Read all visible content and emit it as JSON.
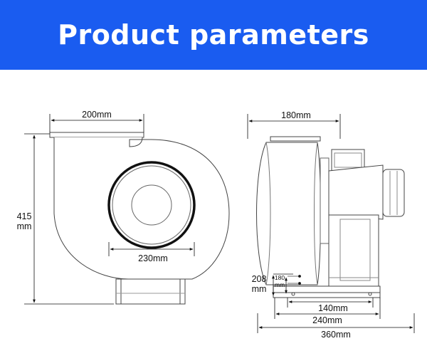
{
  "banner": {
    "title": "Product parameters",
    "color": "#1a5cf0"
  },
  "colors": {
    "line": "#444444",
    "dim": "#111111"
  },
  "front_view": {
    "top_width": "200mm",
    "height_value": "415",
    "height_unit": "mm",
    "outlet_diameter": "230mm"
  },
  "side_view": {
    "top_width": "180mm",
    "base_height_value": "208",
    "base_height_unit": "mm",
    "small_value": "180",
    "small_unit": "mm",
    "mount_140": "140mm",
    "mount_240": "240mm",
    "total_360": "360mm"
  }
}
